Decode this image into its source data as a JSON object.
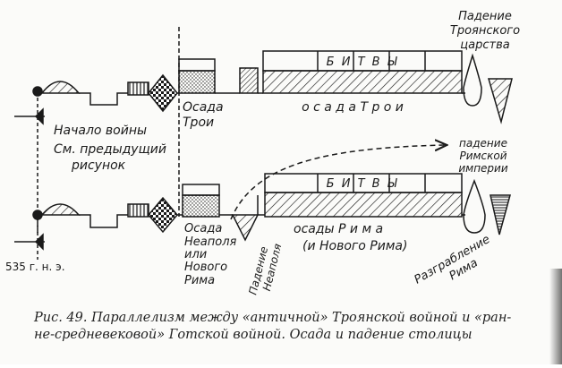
{
  "figure": {
    "colors": {
      "ink": "#1a1a1a",
      "paper": "#fbfbf9"
    },
    "top_row": {
      "label_fall_troy": [
        "Падение",
        "Троянского",
        "царства"
      ],
      "label_battles": "Б И Т В Ы",
      "label_siege_troy": "о с а д а   Т р о и",
      "label_siege_box": [
        "Осада",
        "Трои"
      ],
      "label_start_war": [
        "Начало войны",
        "См. предыдущий",
        "рисунок"
      ]
    },
    "bottom_row": {
      "label_fall_rome": [
        "падение",
        "Римской",
        "империи"
      ],
      "label_battles": "Б И Т В Ы",
      "label_siege_naples": [
        "Осада",
        "Неаполя",
        "или",
        "Нового",
        "Рима"
      ],
      "label_fall_naples": [
        "Падение",
        "Неаполя"
      ],
      "label_siege_rome": [
        "осады  Р и м а",
        "(и Нового Рима)"
      ],
      "label_sack_rome": [
        "Разграбление",
        "Рима"
      ],
      "label_date": "535 г. н. э."
    },
    "caption": [
      "Рис. 49. Параллелизм между «античной» Троянской войной и «ран-",
      "не-средневековой» Готской войной. Осада и падение столицы"
    ]
  }
}
